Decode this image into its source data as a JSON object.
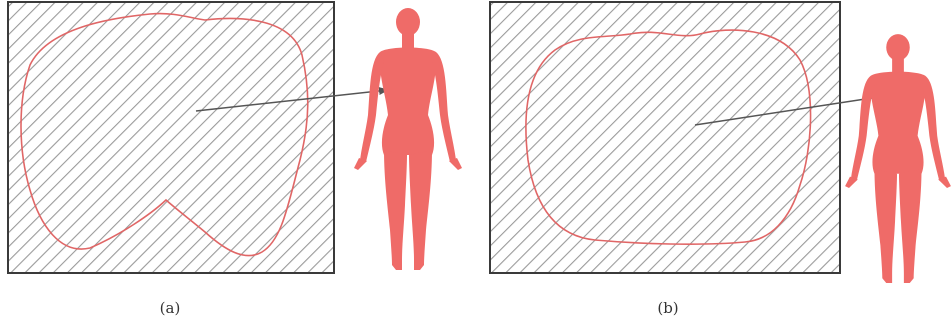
{
  "panels": [
    {
      "caption": "(a)",
      "outline_shape": "concave"
    },
    {
      "caption": "(b)",
      "outline_shape": "rounded-square"
    }
  ],
  "colors": {
    "hatch": "#9a9a9a",
    "frame": "#3a3a3a",
    "outline": "#e06666",
    "figure": "#ef6b68",
    "arrow": "#555555"
  },
  "icons": [
    "human-body-icon",
    "arrow-icon"
  ]
}
